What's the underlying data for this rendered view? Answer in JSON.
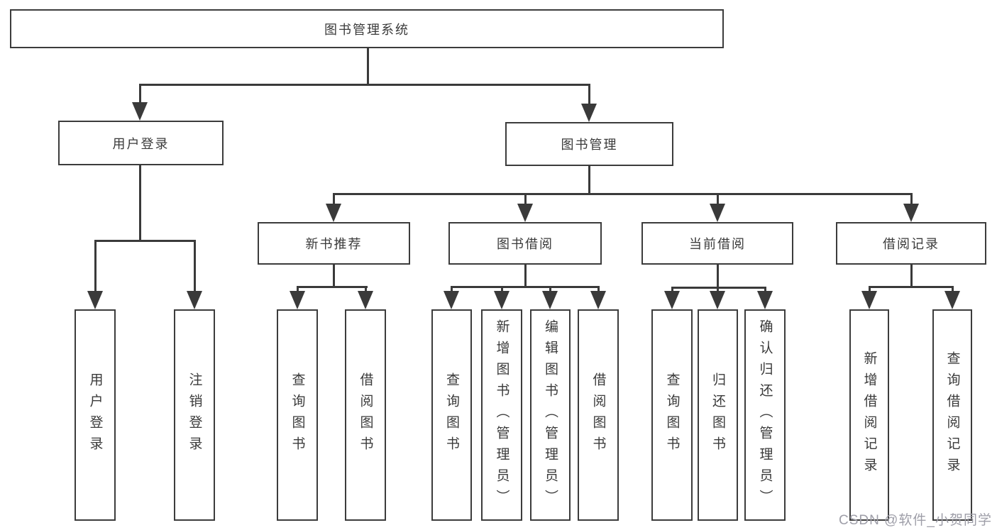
{
  "tree": {
    "root": {
      "label": "图书管理系统"
    },
    "branches": [
      {
        "label": "用户登录",
        "children": [
          {
            "label": "用户登录"
          },
          {
            "label": "注销登录"
          }
        ]
      },
      {
        "label": "图书管理",
        "children": [
          {
            "label": "新书推荐",
            "children": [
              {
                "label": "查询图书"
              },
              {
                "label": "借阅图书"
              }
            ]
          },
          {
            "label": "图书借阅",
            "children": [
              {
                "label": "查询图书"
              },
              {
                "label": "新增图书（管理员）"
              },
              {
                "label": "编辑图书（管理员）"
              },
              {
                "label": "借阅图书"
              }
            ]
          },
          {
            "label": "当前借阅",
            "children": [
              {
                "label": "查询图书"
              },
              {
                "label": "归还图书"
              },
              {
                "label": "确认归还（管理员）"
              }
            ]
          },
          {
            "label": "借阅记录",
            "children": [
              {
                "label": "新增借阅记录"
              },
              {
                "label": "查询借阅记录"
              }
            ]
          }
        ]
      }
    ]
  },
  "watermark": {
    "text": "CSDN @软件_小贺同学"
  },
  "colors": {
    "line": "#3a3a3a",
    "box_border": "#3c3c3c",
    "text": "#3a3a3a",
    "watermark": "#9e9ea8",
    "background": "#ffffff"
  }
}
